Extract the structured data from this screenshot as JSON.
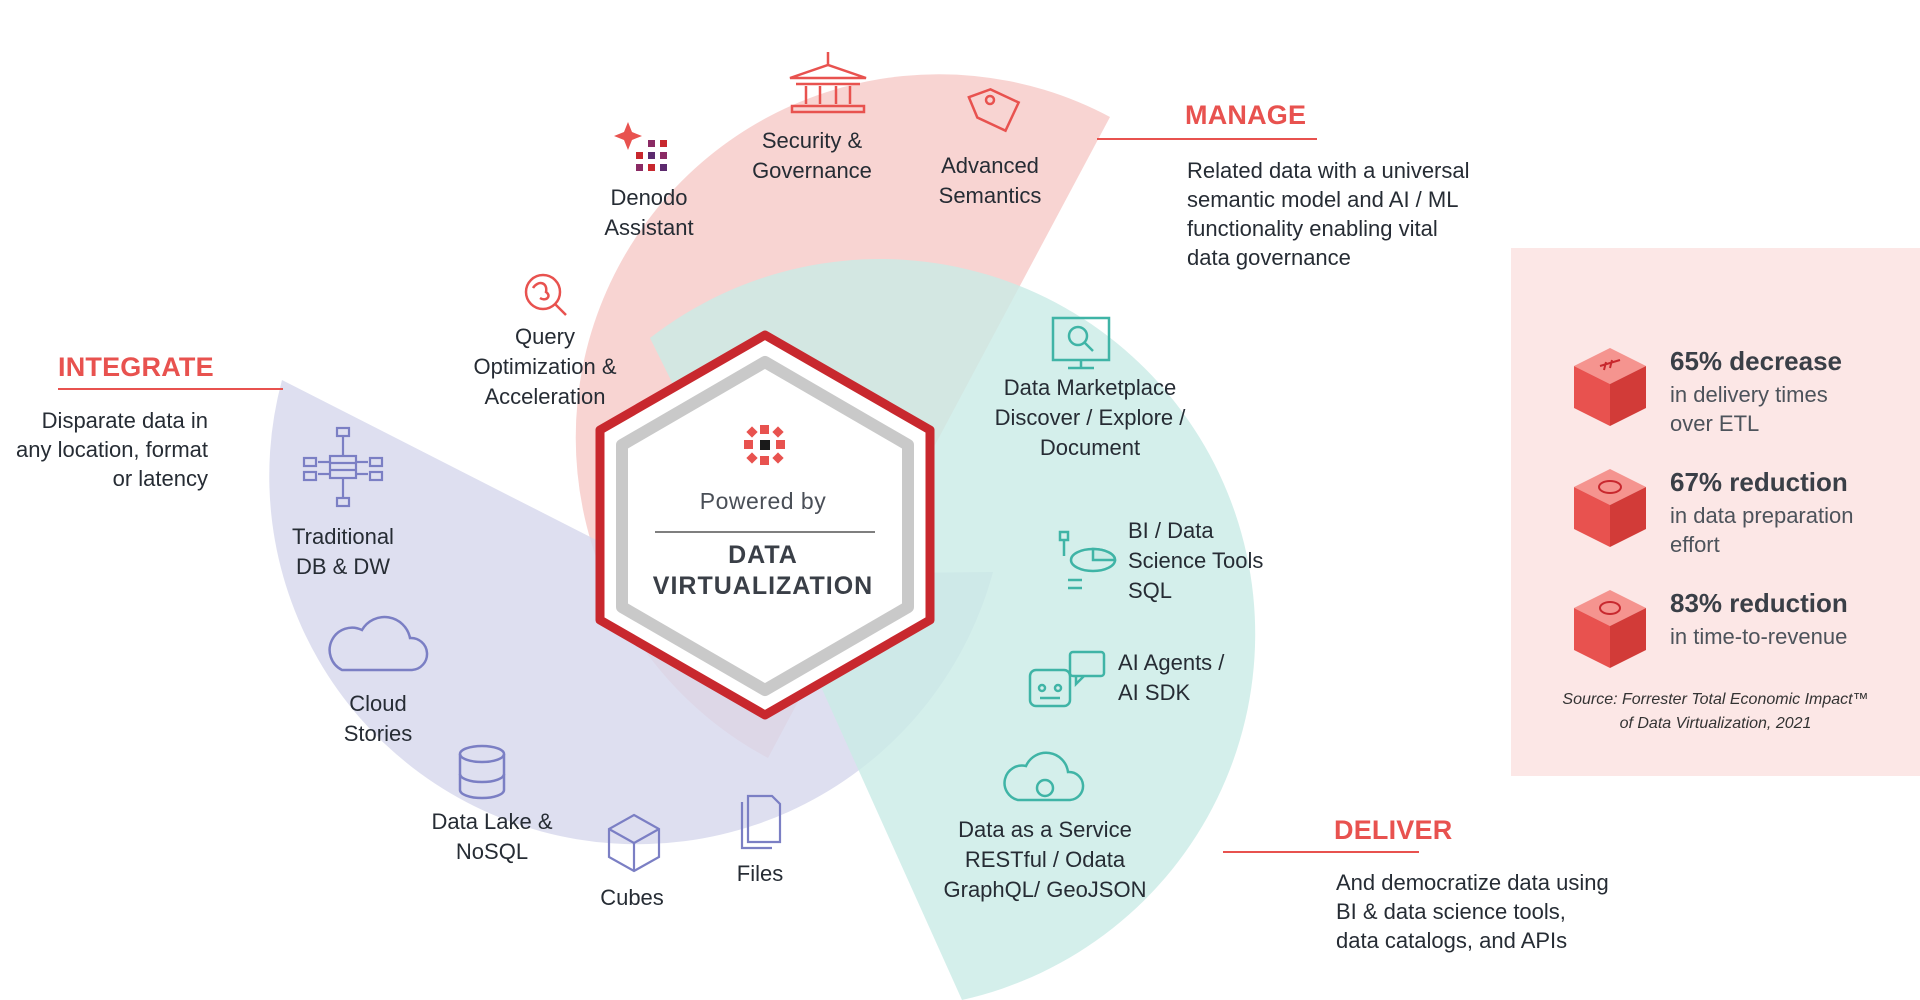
{
  "colors": {
    "accent": "#e8524f",
    "manage_fill": "#f6c9c7",
    "integrate_fill": "#d6d7ec",
    "deliver_fill": "#c9ebe6",
    "hex_border": "#c8282e",
    "panel_bg": "#fce7e6"
  },
  "center": {
    "powered_by": "Powered by",
    "title_lines": [
      "DATA",
      "VIRTUALIZATION"
    ]
  },
  "sections": {
    "manage": {
      "title": "MANAGE",
      "lines": [
        "Related data with a universal",
        "semantic model and AI / ML",
        "functionality enabling vital",
        "data governance"
      ]
    },
    "integrate": {
      "title": "INTEGRATE",
      "lines": [
        "Disparate data in",
        "any location, format",
        "or latency"
      ]
    },
    "deliver": {
      "title": "DELIVER",
      "lines": [
        "And democratize data using",
        "BI & data science tools,",
        "data catalogs, and APIs"
      ]
    }
  },
  "nodes": {
    "security": {
      "lines": [
        "Security &",
        "Governance"
      ],
      "icon": "bank-icon"
    },
    "semantics": {
      "lines": [
        "Advanced",
        "Semantics"
      ],
      "icon": "tag-icon"
    },
    "assistant": {
      "lines": [
        "Denodo",
        "Assistant"
      ],
      "icon": "sparkle-icon"
    },
    "query": {
      "lines": [
        "Query",
        "Optimization &",
        "Acceleration"
      ],
      "icon": "magnifier-gear-icon"
    },
    "marketplace": {
      "lines": [
        "Data Marketplace",
        "Discover / Explore /",
        "Document"
      ],
      "icon": "monitor-search-icon"
    },
    "bi": {
      "lines": [
        "BI / Data",
        "Science Tools",
        "SQL"
      ],
      "icon": "pie-chart-icon"
    },
    "ai_agents": {
      "lines": [
        "AI Agents /",
        "AI SDK"
      ],
      "icon": "robot-icon"
    },
    "daas": {
      "lines": [
        "Data as a Service",
        "RESTful / Odata",
        "GraphQL/ GeoJSON"
      ],
      "icon": "cloud-gear-icon"
    },
    "traditional": {
      "lines": [
        "Traditional",
        "DB & DW"
      ],
      "icon": "database-network-icon"
    },
    "cloud": {
      "lines": [
        "Cloud",
        "Stories"
      ],
      "icon": "cloud-icon"
    },
    "datalake": {
      "lines": [
        "Data Lake &",
        "NoSQL"
      ],
      "icon": "database-icon"
    },
    "cubes": {
      "lines": [
        "Cubes"
      ],
      "icon": "cube-icon"
    },
    "files": {
      "lines": [
        "Files"
      ],
      "icon": "files-icon"
    }
  },
  "stats": [
    {
      "big": "65% decrease",
      "small": [
        "in delivery times",
        "over ETL"
      ],
      "icon": "rocket-icon"
    },
    {
      "big": "67% reduction",
      "small": [
        "in data preparation",
        "effort"
      ],
      "icon": "timer-icon"
    },
    {
      "big": "83% reduction",
      "small": [
        "in time-to-revenue"
      ],
      "icon": "cycle-dollar-icon"
    }
  ],
  "source_lines": [
    "Source: Forrester Total Economic Impact™",
    "of Data Virtualization, 2021"
  ]
}
